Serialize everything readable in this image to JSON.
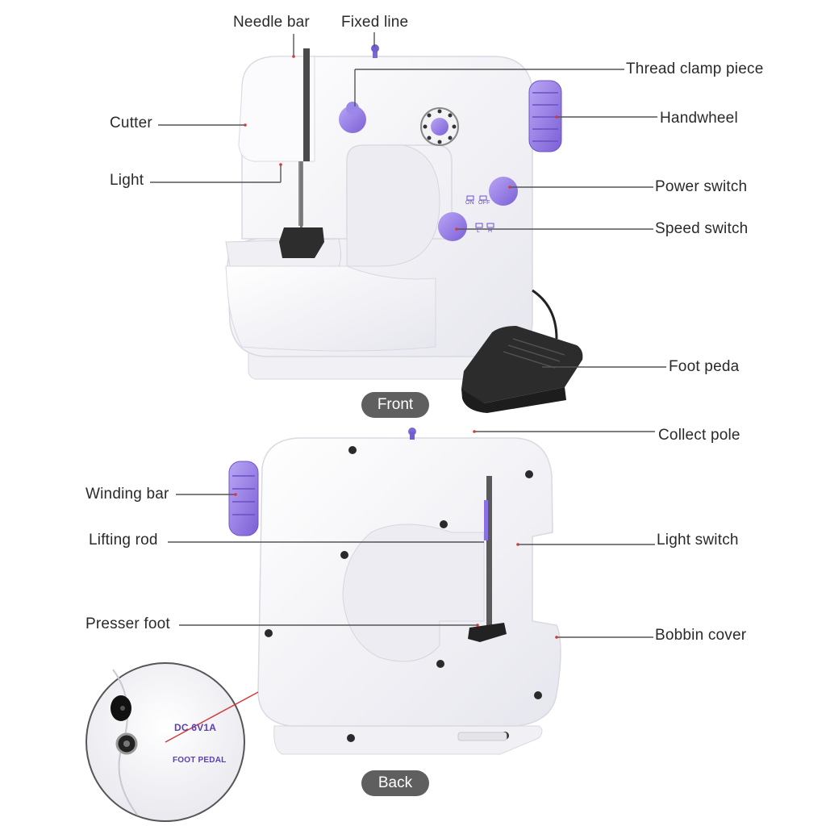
{
  "front": {
    "caption": "Front",
    "labels": {
      "needle_bar": "Needle bar",
      "fixed_line": "Fixed line",
      "thread_clamp_piece": "Thread clamp piece",
      "cutter": "Cutter",
      "handwheel": "Handwheel",
      "light": "Light",
      "power_switch": "Power switch",
      "speed_switch": "Speed switch",
      "foot_pedal": "Foot peda"
    },
    "switch_marks": {
      "on": "ON",
      "off": "OFF",
      "low": "L",
      "high": "H"
    }
  },
  "back": {
    "caption": "Back",
    "labels": {
      "collect_pole": "Collect pole",
      "winding_bar": "Winding bar",
      "lifting_rod": "Lifting rod",
      "light_switch": "Light switch",
      "presser_foot": "Presser foot",
      "bobbin_cover": "Bobbin cover"
    },
    "inset": {
      "dc_label": "DC  6V1A",
      "port_label": "FOOT PEDAL"
    }
  },
  "colors": {
    "accent_purple": "#8a6fe0",
    "leader_line": "#555555",
    "marker_red": "#d23a3a",
    "body_white": "#f7f7fa",
    "caption_bg": "#5f5f5f"
  }
}
